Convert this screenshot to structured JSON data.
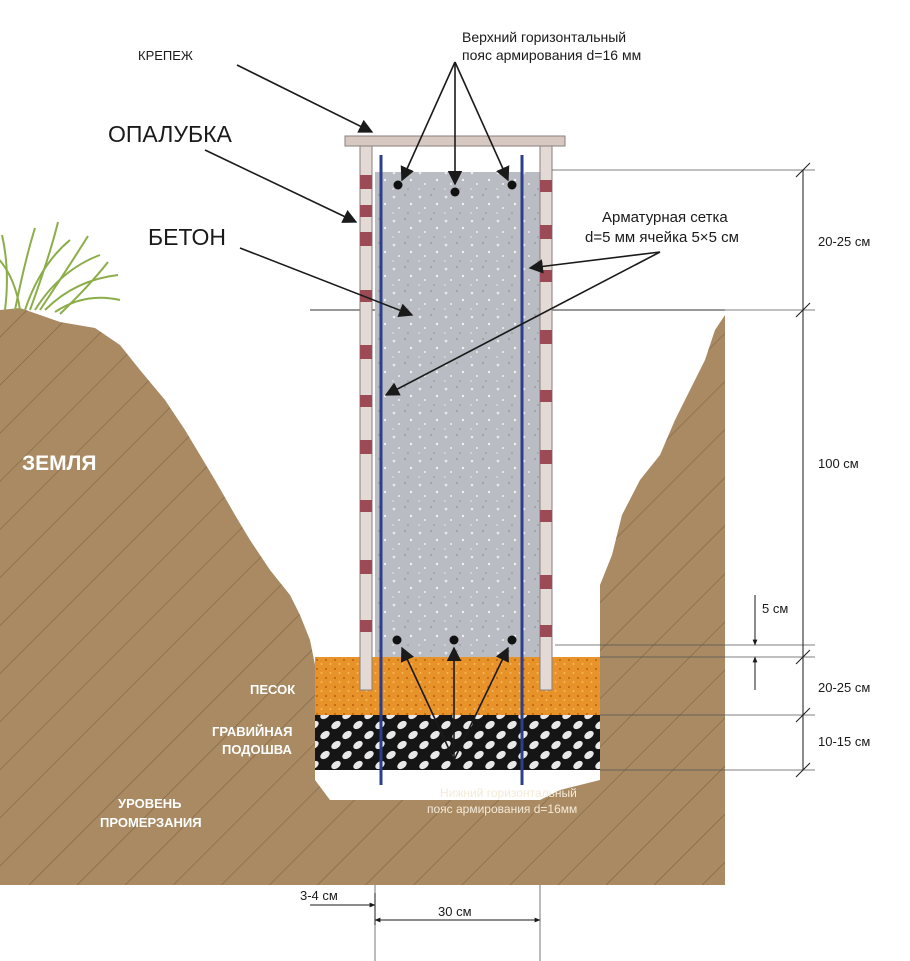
{
  "labels": {
    "krepezh": "КРЕПЕЖ",
    "opalubka": "ОПАЛУБКА",
    "beton": "БЕТОН",
    "zemlya": "ЗЕМЛЯ",
    "pesok": "ПЕСОК",
    "gravel_line1": "ГРАВИЙНАЯ",
    "gravel_line2": "ПОДОШВА",
    "freeze_line1": "УРОВЕНЬ",
    "freeze_line2": "ПРОМЕРЗАНИЯ",
    "top_rebar_line1": "Верхний горизонтальный",
    "top_rebar_line2": "пояс армирования d=16 мм",
    "mesh_line1": "Арматурная сетка",
    "mesh_line2": "d=5 мм ячейка 5×5 см",
    "bottom_rebar_line1": "Нижний горизонтальный",
    "bottom_rebar_line2": "пояс армирования d=16мм"
  },
  "dimensions": {
    "above_ground": "20-25 см",
    "depth": "100 см",
    "cover": "5 см",
    "sand": "20-25 см",
    "gravel": "10-15 см",
    "wall_offset": "3-4 см",
    "width": "30 см"
  },
  "colors": {
    "soil": "#a98a63",
    "soil_hatch": "#6f5638",
    "sand": "#e8922a",
    "gravel_bg": "#151515",
    "gravel_stone": "#e8e8e8",
    "concrete": "#b9bcc2",
    "formwork": "#e3dad6",
    "formwork_stripe": "#9c4a55",
    "rebar": "#2d3f8c",
    "grass": "#8cae48"
  }
}
